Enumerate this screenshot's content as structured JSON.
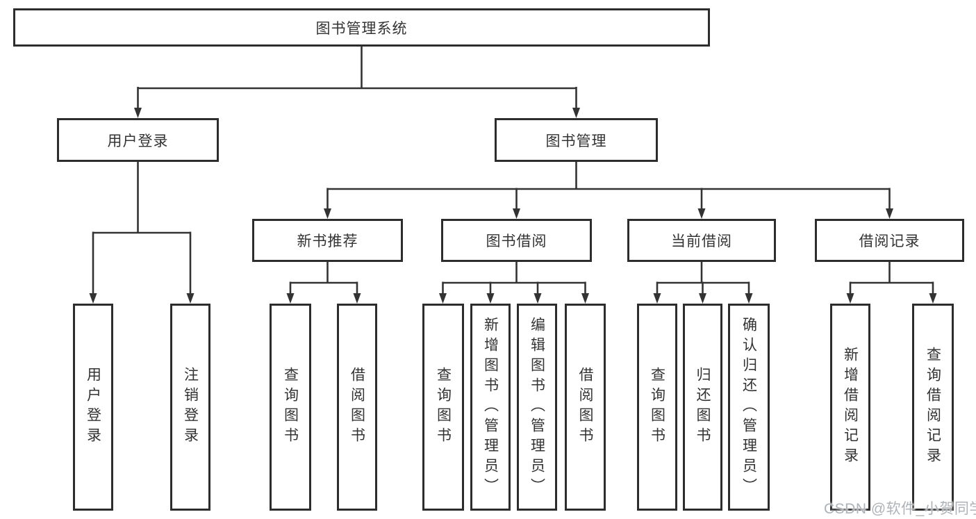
{
  "colors": {
    "line": "#333333",
    "border": "#2d2d2d",
    "text": "#333333",
    "watermark": "#aeb3b8"
  },
  "diagram": {
    "root": {
      "label": "图书管理系统"
    },
    "level2": [
      {
        "label": "用户登录"
      },
      {
        "label": "图书管理"
      }
    ],
    "level3": [
      {
        "label": "新书推荐",
        "parent": "图书管理"
      },
      {
        "label": "图书借阅",
        "parent": "图书管理"
      },
      {
        "label": "当前借阅",
        "parent": "图书管理"
      },
      {
        "label": "借阅记录",
        "parent": "图书管理"
      }
    ],
    "leaves": [
      {
        "label": "用户登录",
        "parent": "用户登录"
      },
      {
        "label": "注销登录",
        "parent": "用户登录"
      },
      {
        "label": "查询图书",
        "parent": "新书推荐"
      },
      {
        "label": "借阅图书",
        "parent": "新书推荐"
      },
      {
        "label": "查询图书",
        "parent": "图书借阅"
      },
      {
        "label": "新增图书（管理员）",
        "parent": "图书借阅"
      },
      {
        "label": "编辑图书（管理员）",
        "parent": "图书借阅"
      },
      {
        "label": "借阅图书",
        "parent": "图书借阅"
      },
      {
        "label": "查询图书",
        "parent": "当前借阅"
      },
      {
        "label": "归还图书",
        "parent": "当前借阅"
      },
      {
        "label": "确认归还（管理员）",
        "parent": "当前借阅"
      },
      {
        "label": "新增借阅记录",
        "parent": "借阅记录"
      },
      {
        "label": "查询借阅记录",
        "parent": "借阅记录"
      }
    ]
  },
  "watermark": {
    "text": "CSDN @软件_小贺同学"
  }
}
